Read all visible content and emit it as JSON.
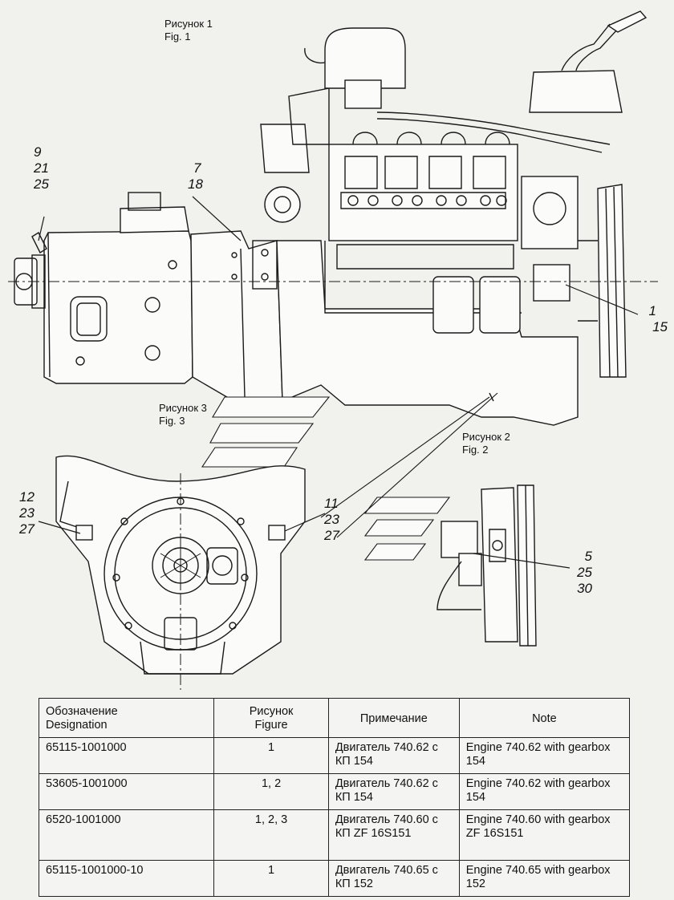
{
  "figures": {
    "fig1": {
      "ru": "Рисунок 1",
      "en": "Fig. 1"
    },
    "fig2": {
      "ru": "Рисунок 2",
      "en": "Fig. 2"
    },
    "fig3": {
      "ru": "Рисунок 3",
      "en": "Fig. 3"
    }
  },
  "callouts": {
    "c_9_21_25": [
      "9",
      "21",
      "25"
    ],
    "c_7_18": [
      "7",
      "18"
    ],
    "c_1_15": [
      "1",
      "15"
    ],
    "c_12_23_27": [
      "12",
      "23",
      "27"
    ],
    "c_11_23_27": [
      "11",
      "23",
      "27"
    ],
    "c_5_25_30": [
      "5",
      "25",
      "30"
    ]
  },
  "table": {
    "headers": {
      "designation_ru": "Обозначение",
      "designation_en": "Designation",
      "figure_ru": "Рисунок",
      "figure_en": "Figure",
      "note_ru": "Примечание",
      "note_en": "Note"
    },
    "rows": [
      {
        "designation": "65115-1001000",
        "figure": "1",
        "note_ru": "Двигатель 740.62 с КП 154",
        "note_en": "Engine 740.62 with gearbox 154"
      },
      {
        "designation": "53605-1001000",
        "figure": "1, 2",
        "note_ru": "Двигатель 740.62 с КП 154",
        "note_en": "Engine 740.62 with gearbox 154"
      },
      {
        "designation": "6520-1001000",
        "figure": "1, 2, 3",
        "note_ru": "Двигатель 740.60 с КП ZF 16S151",
        "note_en": "Engine 740.60 with gearbox ZF 16S151"
      },
      {
        "designation": "65115-1001000-10",
        "figure": "1",
        "note_ru": "Двигатель 740.65 с КП 152",
        "note_en": "Engine 740.65 with gearbox 152"
      }
    ]
  }
}
